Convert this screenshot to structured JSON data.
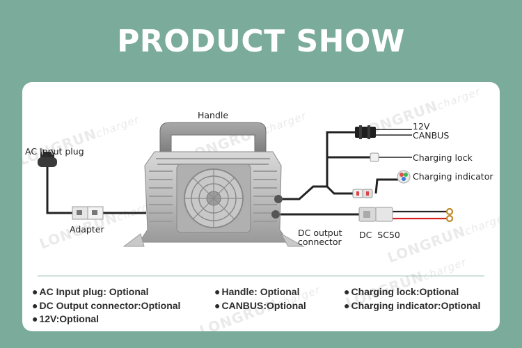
{
  "header": {
    "title": "PRODUCT SHOW"
  },
  "watermark": {
    "brand": "LONGRUN",
    "suffix": "charger"
  },
  "diagram": {
    "labels": {
      "handle": "Handle",
      "ac_input_plug": "AC Input plug",
      "adapter": "Adapter",
      "canbus_line1": "12V",
      "canbus_line2": "CANBUS",
      "charging_lock": "Charging lock",
      "charging_indicator": "Charging indicator",
      "dc_output_line1": "DC output",
      "dc_output_line2": "connector",
      "dc_sc50": "DC  SC50"
    },
    "colors": {
      "background": "#7aab9b",
      "panel": "#ffffff",
      "cable": "#222222",
      "red_wire": "#d42020"
    }
  },
  "legend": {
    "col1": [
      "AC Input plug: Optional",
      "DC Output connector:Optional",
      "12V:Optional"
    ],
    "col2": [
      "Handle: Optional",
      "CANBUS:Optional"
    ],
    "col3": [
      "Charging lock:Optional",
      "Charging indicator:Optional"
    ],
    "bullet": "●"
  }
}
